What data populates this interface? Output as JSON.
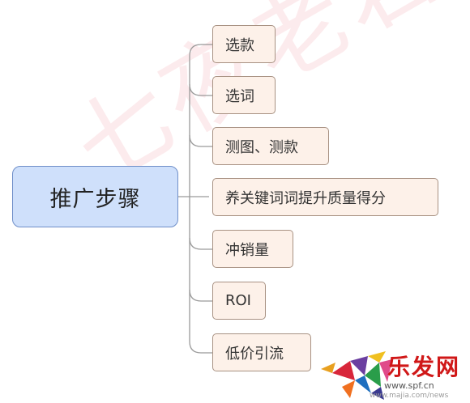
{
  "root": {
    "label": "推广步骤"
  },
  "branches": [
    {
      "label": "选款"
    },
    {
      "label": "选词"
    },
    {
      "label": "测图、测款"
    },
    {
      "label": "养关键词词提升质量得分"
    },
    {
      "label": "冲销量"
    },
    {
      "label": "ROI"
    },
    {
      "label": "低价引流"
    }
  ],
  "watermark": {
    "text": "七夜老君"
  },
  "logo": {
    "title": "乐发网",
    "url": "www.spf.cn",
    "sub_url": "www.majia.com/news"
  },
  "colors": {
    "root_fill": "#cfe0fb",
    "root_border": "#6f8fc9",
    "node_fill": "#fdf1e9",
    "node_border": "#a89283",
    "connector": "#9a9a9a",
    "logo_red": "#d01818"
  }
}
